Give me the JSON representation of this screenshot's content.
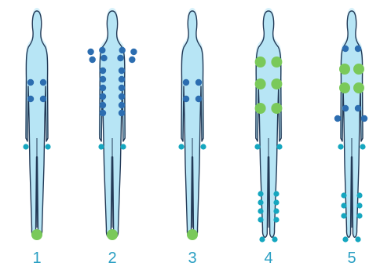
{
  "colors": {
    "body_glow": "#d7f1fa",
    "body_fill": "#b7e5f5",
    "outline": "#233a57",
    "blue_dot": "#2c6db0",
    "green_dot": "#7ac95a",
    "teal_dot": "#15a6bf",
    "label": "#2a9fc3"
  },
  "figures": [
    {
      "label": "1",
      "build": "slim",
      "upper_back": [],
      "waist": [
        [
          "blue",
          "sm"
        ],
        [
          "blue",
          "sm"
        ],
        [
          "blue",
          "sm"
        ],
        [
          "blue",
          "sm"
        ]
      ],
      "thigh": [
        [
          "teal",
          "xs"
        ],
        [
          "teal",
          "xs"
        ]
      ],
      "calf": [],
      "foot": [
        [
          "green",
          "lg"
        ]
      ]
    },
    {
      "label": "2",
      "build": "wide",
      "upper_back": [
        [
          "blue",
          "sm"
        ],
        [
          "blue",
          "sm"
        ],
        [
          "blue",
          "sm"
        ],
        [
          "blue",
          "sm"
        ],
        [
          "blue",
          "sm"
        ],
        [
          "blue",
          "sm"
        ],
        [
          "blue",
          "sm"
        ],
        [
          "blue",
          "sm"
        ]
      ],
      "waist": [
        [
          "blue",
          "sm"
        ],
        [
          "blue",
          "sm"
        ],
        [
          "blue",
          "sm"
        ],
        [
          "blue",
          "sm"
        ],
        [
          "blue",
          "sm"
        ],
        [
          "blue",
          "sm"
        ],
        [
          "blue",
          "sm"
        ],
        [
          "blue",
          "sm"
        ],
        [
          "blue",
          "sm"
        ],
        [
          "blue",
          "sm"
        ],
        [
          "blue",
          "sm"
        ],
        [
          "blue",
          "sm"
        ]
      ],
      "thigh": [
        [
          "teal",
          "xs"
        ],
        [
          "teal",
          "xs"
        ]
      ],
      "calf": [],
      "foot": [
        [
          "green",
          "lg"
        ]
      ]
    },
    {
      "label": "3",
      "build": "slim",
      "upper_back": [],
      "waist": [
        [
          "blue",
          "sm"
        ],
        [
          "blue",
          "sm"
        ],
        [
          "blue",
          "sm"
        ],
        [
          "blue",
          "sm"
        ]
      ],
      "thigh": [
        [
          "teal",
          "xs"
        ],
        [
          "teal",
          "xs"
        ]
      ],
      "calf": [],
      "foot": [
        [
          "green",
          "lg"
        ]
      ]
    },
    {
      "label": "4",
      "build": "wide",
      "upper_back": [
        [
          "green",
          "lg"
        ],
        [
          "green",
          "lg"
        ],
        [
          "green",
          "lg"
        ],
        [
          "green",
          "lg"
        ],
        [
          "green",
          "lg"
        ],
        [
          "green",
          "lg"
        ]
      ],
      "waist": [],
      "thigh": [
        [
          "teal",
          "xs"
        ],
        [
          "teal",
          "xs"
        ]
      ],
      "calf": [
        [
          "teal",
          "xs"
        ],
        [
          "teal",
          "xs"
        ],
        [
          "teal",
          "xs"
        ],
        [
          "teal",
          "xs"
        ],
        [
          "teal",
          "xs"
        ],
        [
          "teal",
          "xs"
        ],
        [
          "teal",
          "xs"
        ],
        [
          "teal",
          "xs"
        ]
      ],
      "foot": [
        [
          "teal",
          "xs"
        ],
        [
          "teal",
          "xs"
        ]
      ]
    },
    {
      "label": "5",
      "build": "slim",
      "upper_back": [
        [
          "blue",
          "sm"
        ],
        [
          "blue",
          "sm"
        ],
        [
          "green",
          "lg"
        ],
        [
          "green",
          "lg"
        ],
        [
          "green",
          "lg"
        ],
        [
          "green",
          "lg"
        ],
        [
          "blue",
          "sm"
        ],
        [
          "blue",
          "sm"
        ],
        [
          "blue",
          "sm"
        ],
        [
          "blue",
          "sm"
        ]
      ],
      "waist": [],
      "thigh": [
        [
          "teal",
          "xs"
        ],
        [
          "teal",
          "xs"
        ]
      ],
      "calf": [
        [
          "teal",
          "xs"
        ],
        [
          "teal",
          "xs"
        ],
        [
          "teal",
          "xs"
        ],
        [
          "teal",
          "xs"
        ],
        [
          "teal",
          "xs"
        ],
        [
          "teal",
          "xs"
        ]
      ],
      "foot": [
        [
          "teal",
          "xs"
        ],
        [
          "teal",
          "xs"
        ]
      ]
    }
  ]
}
